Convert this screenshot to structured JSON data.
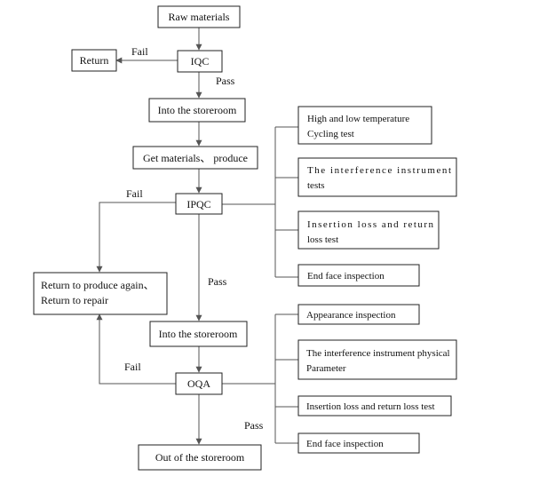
{
  "nodes": {
    "raw_materials": "Raw materials",
    "iqc": "IQC",
    "return": "Return",
    "into_storeroom_1": "Into the storeroom",
    "get_materials": "Get materials、 produce",
    "ipqc": "IPQC",
    "return_produce": [
      "Return to produce again、",
      "Return to repair"
    ],
    "into_storeroom_2": "Into the storeroom",
    "oqa": "OQA",
    "out_storeroom": "Out of the storeroom"
  },
  "ipqc_tests": [
    [
      "High and low temperature",
      "Cycling test"
    ],
    [
      "The interference instrument",
      "tests"
    ],
    [
      "Insertion loss and return",
      "loss test"
    ],
    [
      "End face inspection"
    ]
  ],
  "oqa_tests": [
    [
      "Appearance inspection"
    ],
    [
      "The interference instrument physical",
      "Parameter"
    ],
    [
      "Insertion loss and return loss test"
    ],
    [
      "End face inspection"
    ]
  ],
  "edge_labels": {
    "iqc_fail": "Fail",
    "iqc_pass": "Pass",
    "ipqc_fail": "Fail",
    "ipqc_pass": "Pass",
    "oqa_fail": "Fail",
    "oqa_pass": "Pass"
  },
  "colors": {
    "stroke": "#222222",
    "line": "#555555",
    "text": "#111111",
    "background": "#ffffff"
  }
}
